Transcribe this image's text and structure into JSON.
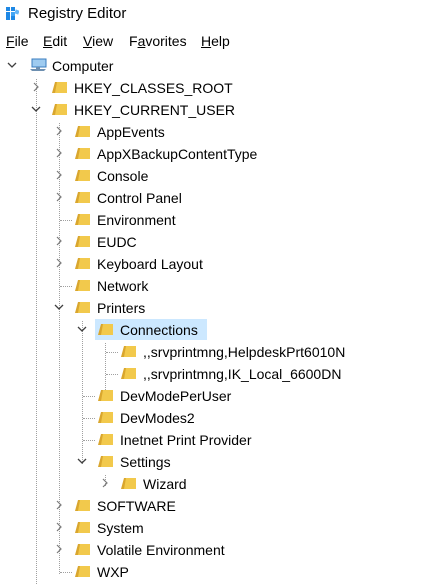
{
  "window": {
    "title": "Registry Editor"
  },
  "menu": [
    {
      "accel": "F",
      "rest": "ile"
    },
    {
      "accel": "E",
      "rest": "dit"
    },
    {
      "accel": "V",
      "rest": "iew"
    },
    {
      "pre": "F",
      "accel": "a",
      "rest": "vorites"
    },
    {
      "accel": "H",
      "rest": "elp"
    }
  ],
  "tree": {
    "root": "Computer",
    "hkcr": "HKEY_CLASSES_ROOT",
    "hkcu": "HKEY_CURRENT_USER",
    "appevents": "AppEvents",
    "appxbackup": "AppXBackupContentType",
    "console": "Console",
    "controlpanel": "Control Panel",
    "environment": "Environment",
    "eudc": "EUDC",
    "keyboardlayout": "Keyboard Layout",
    "network": "Network",
    "printers": "Printers",
    "connections": "Connections",
    "conn1": ",,srvprintmng,HelpdeskPrt6010N",
    "conn2": ",,srvprintmng,IK_Local_6600DN",
    "devmodeperuser": "DevModePerUser",
    "devmodes2": "DevModes2",
    "inetnet": "Inetnet Print Provider",
    "settings": "Settings",
    "wizard": "Wizard",
    "software": "SOFTWARE",
    "system": "System",
    "volatile": "Volatile Environment",
    "wxp": "WXP"
  },
  "colors": {
    "selection": "#cce8ff",
    "folder": "#f2c94c",
    "guides": "#a0a0a0"
  }
}
